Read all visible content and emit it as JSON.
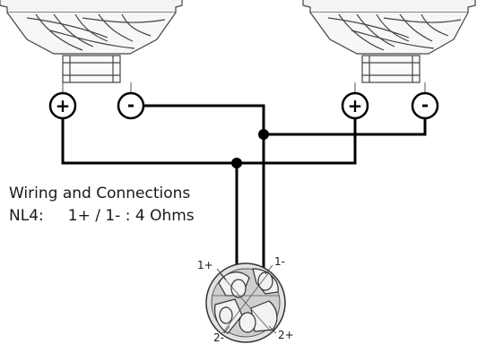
{
  "caption": {
    "title": "Wiring and Connections",
    "connector": "NL4:",
    "spec": "1+ / 1- : 4 Ohms"
  },
  "speakers": [
    {
      "positive_label": "+",
      "negative_label": "-"
    },
    {
      "positive_label": "+",
      "negative_label": "-"
    }
  ],
  "connector_pins": {
    "pin_1_plus": "1+",
    "pin_1_minus": "1-",
    "pin_2_minus": "2-",
    "pin_2_plus": "2+"
  },
  "colors": {
    "line": "#000000",
    "outline": "#444444",
    "connector_fill": "#d9d9d9"
  }
}
